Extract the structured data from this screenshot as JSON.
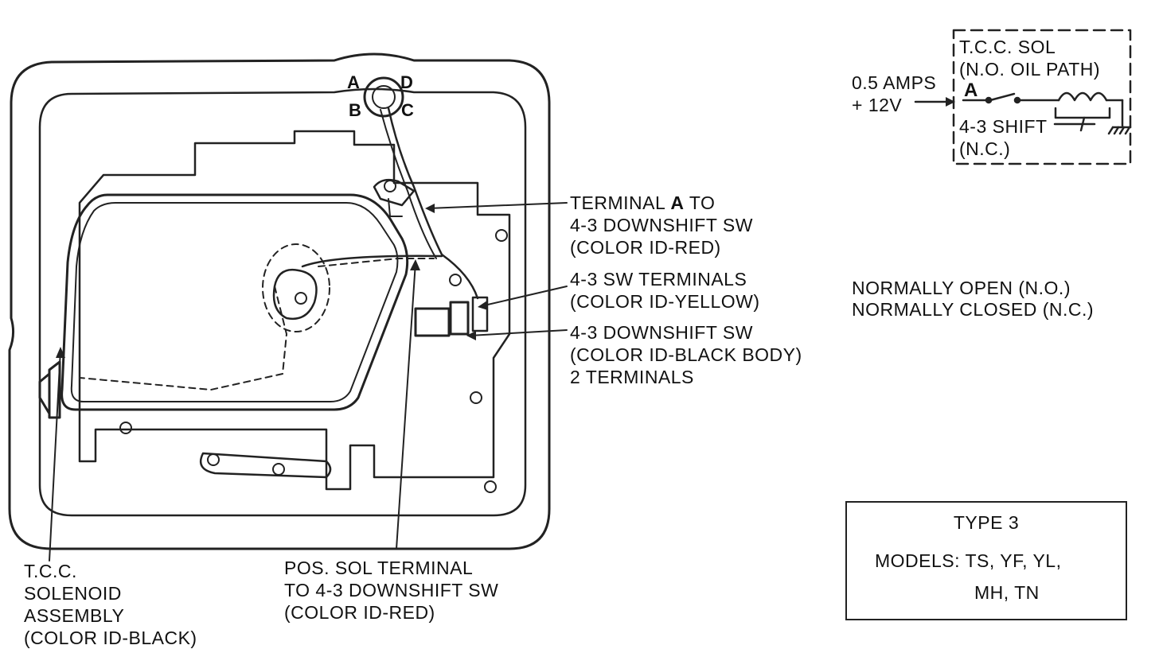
{
  "pins": {
    "a": "A",
    "b": "B",
    "c": "C",
    "d": "D"
  },
  "labels": {
    "terminal_a": {
      "line1_prefix": "TERMINAL ",
      "line1_bold": "A",
      "line1_suffix": " TO",
      "line2": "4-3 DOWNSHIFT SW",
      "line3": "(COLOR ID-RED)"
    },
    "sw_terminals": {
      "line1": "4-3 SW TERMINALS",
      "line2": "(COLOR ID-YELLOW)"
    },
    "downshift_sw": {
      "line1": "4-3 DOWNSHIFT SW",
      "line2": "(COLOR ID-BLACK BODY)",
      "line3": "2 TERMINALS"
    },
    "tcc_assembly": {
      "line1": "T.C.C.",
      "line2": "SOLENOID",
      "line3": "ASSEMBLY",
      "line4": "(COLOR ID-BLACK)"
    },
    "pos_sol": {
      "line1": "POS. SOL TERMINAL",
      "line2": "TO 4-3 DOWNSHIFT SW",
      "line3": "(COLOR ID-RED)"
    }
  },
  "schematic": {
    "amps": "0.5 AMPS",
    "voltage": "+ 12V",
    "terminal": "A",
    "sol_title": "T.C.C. SOL",
    "sol_path": "(N.O. OIL PATH)",
    "shift_label": "4-3 SHIFT",
    "shift_state": "(N.C.)"
  },
  "legend": {
    "open": "NORMALLY OPEN (N.O.)",
    "closed": "NORMALLY CLOSED (N.C.)"
  },
  "type_box": {
    "title": "TYPE 3",
    "models_line1": "MODELS: TS, YF, YL,",
    "models_line2": "MH, TN"
  }
}
